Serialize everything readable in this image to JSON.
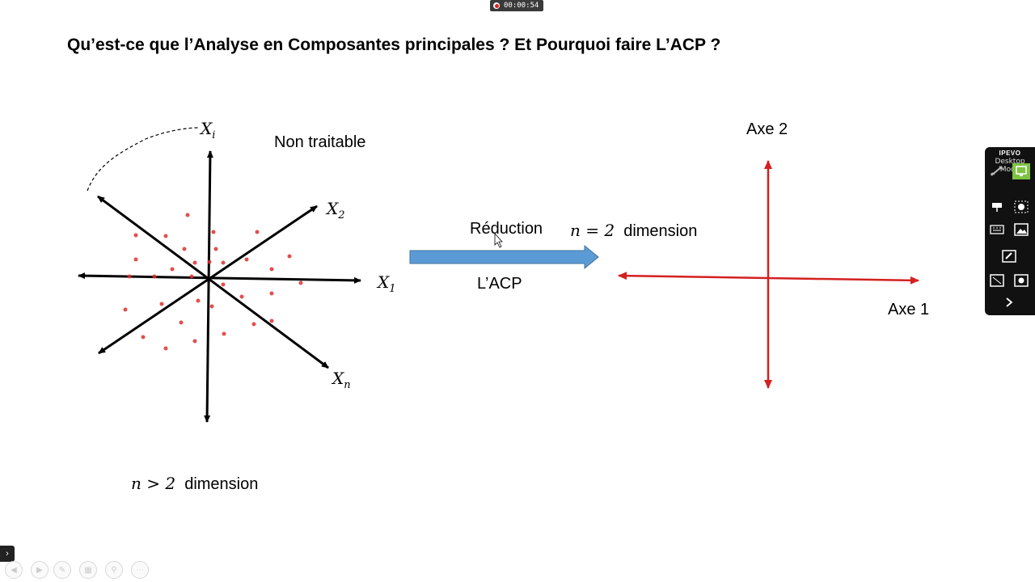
{
  "recorder": {
    "time": "00:00:54"
  },
  "slide": {
    "title": "Qu’est-ce que l’Analyse en Composantes principales ? Et Pourquoi faire L’ACP ?",
    "non_traitable": "Non traitable",
    "xi_base": "X",
    "xi_sub": "i",
    "x2_base": "X",
    "x2_sub": "2",
    "x1_base": "X",
    "x1_sub": "1",
    "xn_base": "X",
    "xn_sub": "n",
    "reduction_label": "Réduction",
    "acp_label": "L’ACP",
    "n2_math": "n = 2",
    "n2_text": "dimension",
    "ngt2_math": "n > 2",
    "ngt2_text": "dimension",
    "axe2_label": "Axe 2",
    "axe1_label": "Axe 1",
    "colors": {
      "axes_left": "#000000",
      "points": "#e03030",
      "arrow": "#5b9bd5",
      "axes_right": "#d42020"
    }
  },
  "ipevo_toolbar": {
    "brand": "IPEVO",
    "mode_label": "Desktop Mode",
    "buttons": [
      "pen-icon",
      "desktop-mode-icon",
      "presentation-icon",
      "camera-icon",
      "keyboard-icon",
      "image-icon",
      "whiteboard-icon",
      "draw-area-icon",
      "capture-icon",
      "expand-icon"
    ]
  },
  "player_controls": [
    "back-icon",
    "forward-icon",
    "pen-icon",
    "pages-icon",
    "zoom-icon",
    "more-icon"
  ]
}
